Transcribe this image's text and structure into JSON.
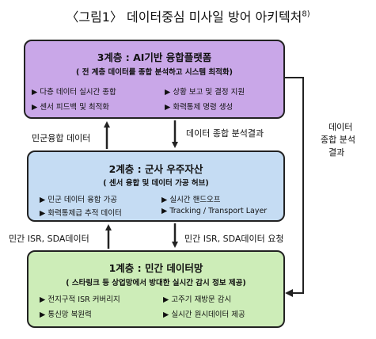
{
  "figure": {
    "title": "〈그림1〉 데이터중심 미사일 방어 아키텍처",
    "title_footnote": "8)"
  },
  "layer3": {
    "title": "3계층 : AI기반 융합플랫폼",
    "subtitle": "( 전 계층 데이터를 종합 분석하고 시스템 최적화)",
    "items": [
      "▶ 다층 데이터 실시간 종합",
      "▶ 상황 보고 및 결정 지원",
      "▶ 센서 피드백 및 최적화",
      "▶ 화력통제 명령 생성"
    ]
  },
  "layer2": {
    "title": "2계층 : 군사 우주자산",
    "subtitle": "( 센서 융합 및 데이터 가공 허브)",
    "items": [
      "▶ 민군 데이터 융합 가공",
      "▶ 실시간 핸드오프",
      "▶ 화력통제급 추적 데이터",
      "▶ Tracking / Transport Layer"
    ]
  },
  "layer1": {
    "title": "1계층 : 민간 데이터망",
    "subtitle": "( 스타링크 등 상업망에서 방대한 실시간 감시 정보 제공)",
    "items": [
      "▶ 전지구적 ISR 커버리지",
      "▶ 고주기 재방문 감시",
      "▶ 통신망 복원력",
      "▶ 실시간 원시데이터 제공"
    ]
  },
  "flows": {
    "up_2_to_3": "민군융합 데이터",
    "down_3_to_2": "데이터 종합 분석결과",
    "up_1_to_2": "민간 ISR, SDA데이터",
    "down_2_to_1": "민간 ISR, SDA데이터 요청",
    "side_3_to_1_line1": "데이터",
    "side_3_to_1_line2": "종합 분석",
    "side_3_to_1_line3": "결과"
  },
  "colors": {
    "layer3": "#c9a7e8",
    "layer2": "#c5dcf3",
    "layer1": "#cdedb8"
  }
}
